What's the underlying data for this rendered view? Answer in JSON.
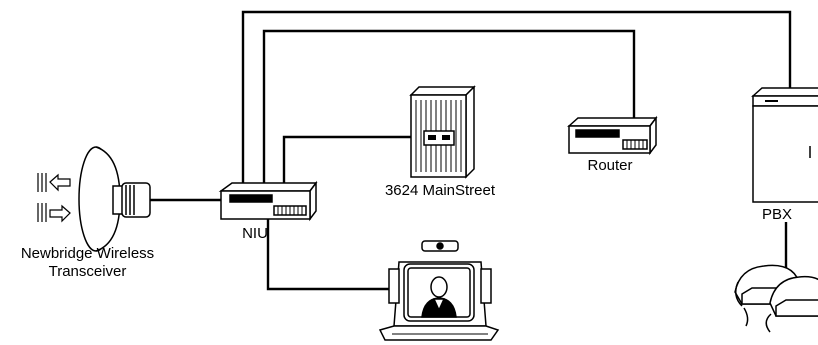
{
  "diagram": {
    "labels": {
      "transceiver_line1": "Newbridge Wireless",
      "transceiver_line2": "Transceiver",
      "niu": "NIU",
      "mainstreet": "3624 MainStreet",
      "router": "Router",
      "pbx": "PBX"
    },
    "devices": [
      {
        "name": "wireless-transceiver-icon"
      },
      {
        "name": "niu-icon"
      },
      {
        "name": "mainstreet-icon"
      },
      {
        "name": "router-icon"
      },
      {
        "name": "pbx-icon"
      },
      {
        "name": "videoconference-terminal-icon"
      },
      {
        "name": "telephone-icon"
      }
    ],
    "colors": {
      "line": "#000000",
      "fill": "#ffffff",
      "background": "#ffffff"
    }
  }
}
